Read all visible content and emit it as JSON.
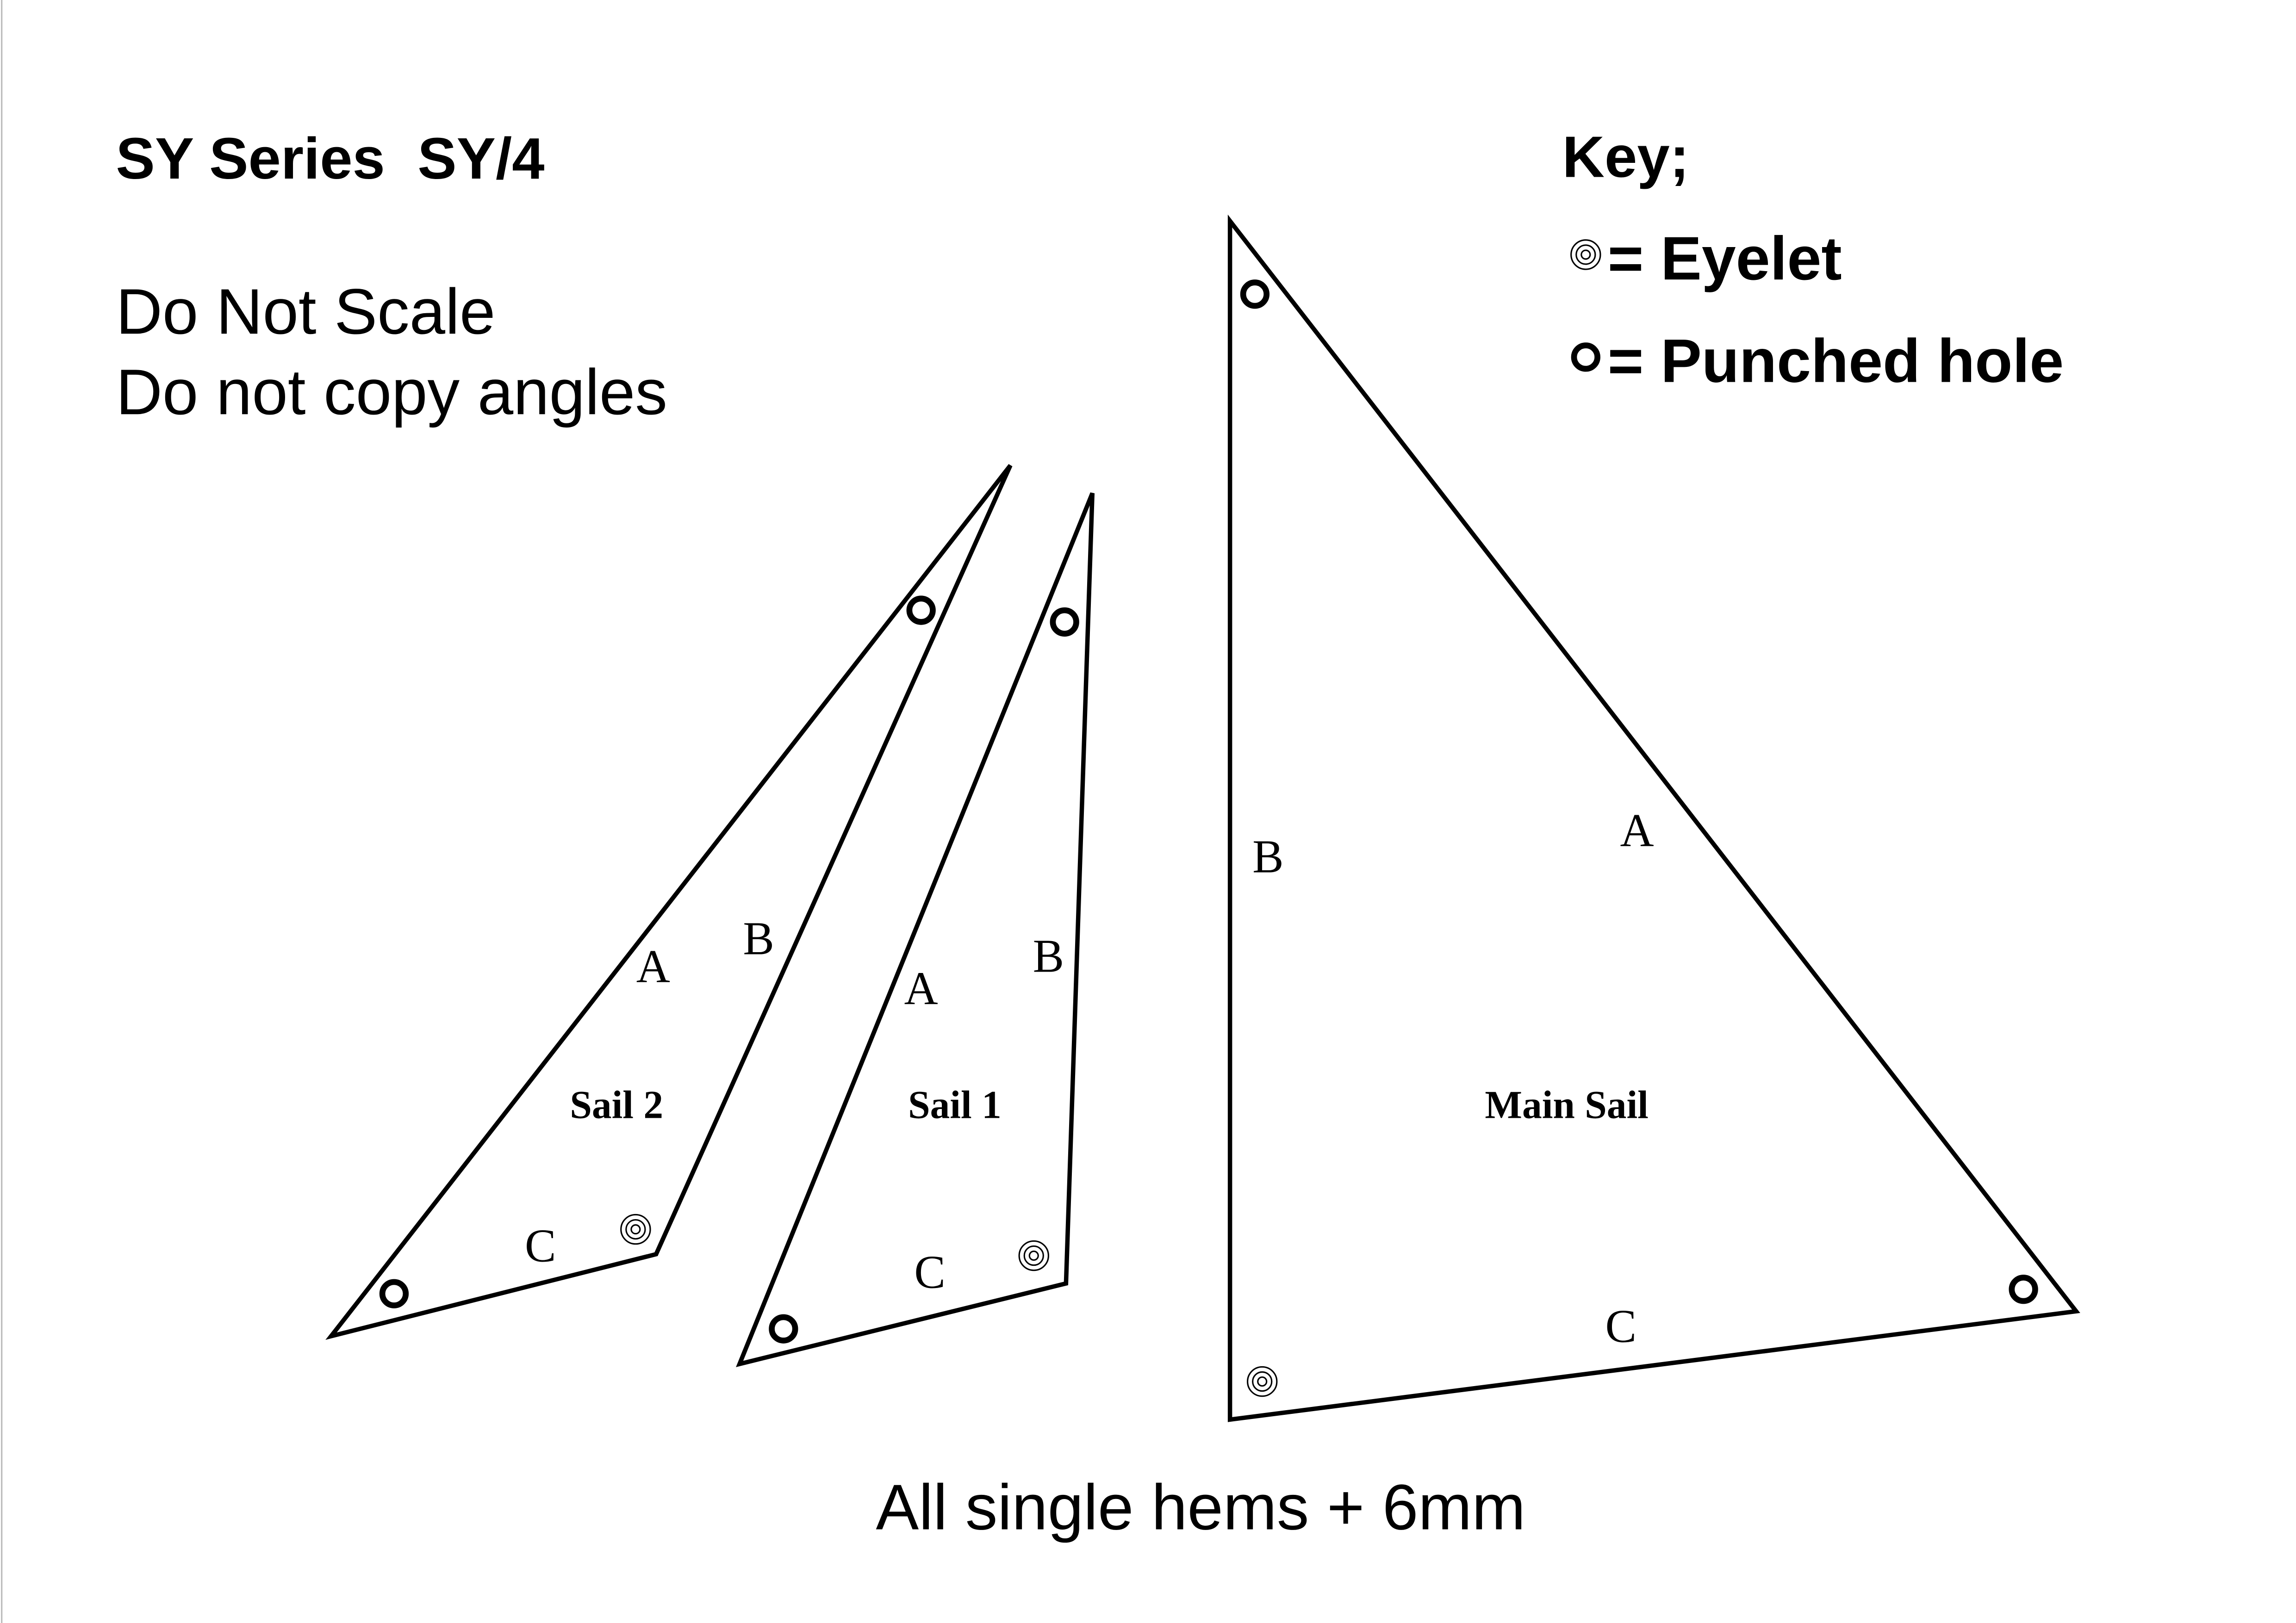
{
  "header": {
    "title": "SY Series  SY/4",
    "notes": [
      "Do Not Scale",
      "Do not copy angles"
    ]
  },
  "key": {
    "title": "Key;",
    "eyelet_label": "= Eyelet",
    "punched_label": "= Punched hole"
  },
  "sails": [
    {
      "name": "Sail 2",
      "edge_a": "A",
      "edge_b": "B",
      "edge_c": "C"
    },
    {
      "name": "Sail 1",
      "edge_a": "A",
      "edge_b": "B",
      "edge_c": "C"
    },
    {
      "name": "Main Sail",
      "edge_a": "A",
      "edge_b": "B",
      "edge_c": "C"
    }
  ],
  "footer": {
    "note": "All single hems + 6mm"
  }
}
